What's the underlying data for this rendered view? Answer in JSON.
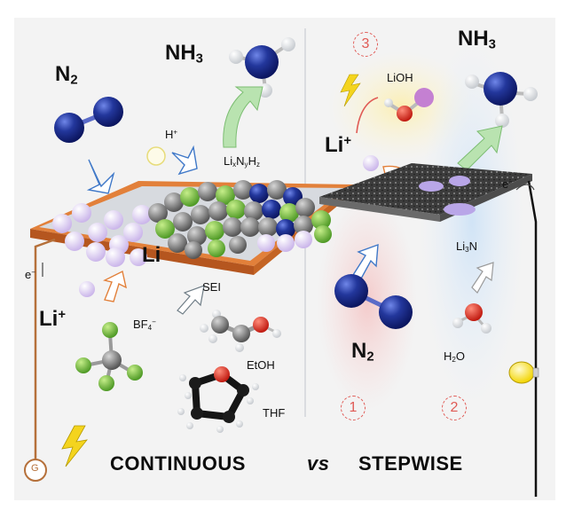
{
  "labels": {
    "n2_left": "N",
    "n2_left_sub": "2",
    "nh3_left": "NH",
    "nh3_left_sub": "3",
    "h_plus": "H",
    "h_plus_sup": "+",
    "lixnyhz": [
      "Li",
      "x",
      "N",
      "y",
      "H",
      "z"
    ],
    "li_metal": "Li",
    "e_minus_left": "e",
    "e_minus_left_sup": "−",
    "li_plus_left": "Li",
    "li_plus_left_sup": "+",
    "sei": "SEI",
    "bf4": "BF",
    "bf4_sub": "4",
    "bf4_sup": "−",
    "etoh": "EtOH",
    "thf": "THF",
    "gauge": "G",
    "nh3_right": "NH",
    "nh3_right_sub": "3",
    "lioh": "LiOH",
    "li_plus_right": "Li",
    "li_plus_right_sup": "+",
    "e_minus_right": "e",
    "e_minus_right_sup": "−",
    "li3n": "Li",
    "li3n_sub": "3",
    "li3n_tail": "N",
    "n2_right": "N",
    "n2_right_sub": "2",
    "h2o": "H",
    "h2o_sub": "2",
    "h2o_tail": "O"
  },
  "steps": [
    "3",
    "1",
    "2"
  ],
  "footer": {
    "continuous": "CONTINUOUS",
    "vs": "vs",
    "stepwise": "STEPWISE"
  },
  "colors": {
    "nitrogen": "#1d2f8f",
    "lithium": "#d9c9ee",
    "electrode_copper": "#e2803a",
    "wire": "#b5703a",
    "step_red": "#e05a55",
    "arrow_green": "#a8d8a0",
    "bolt_yellow": "#f4d41e"
  }
}
